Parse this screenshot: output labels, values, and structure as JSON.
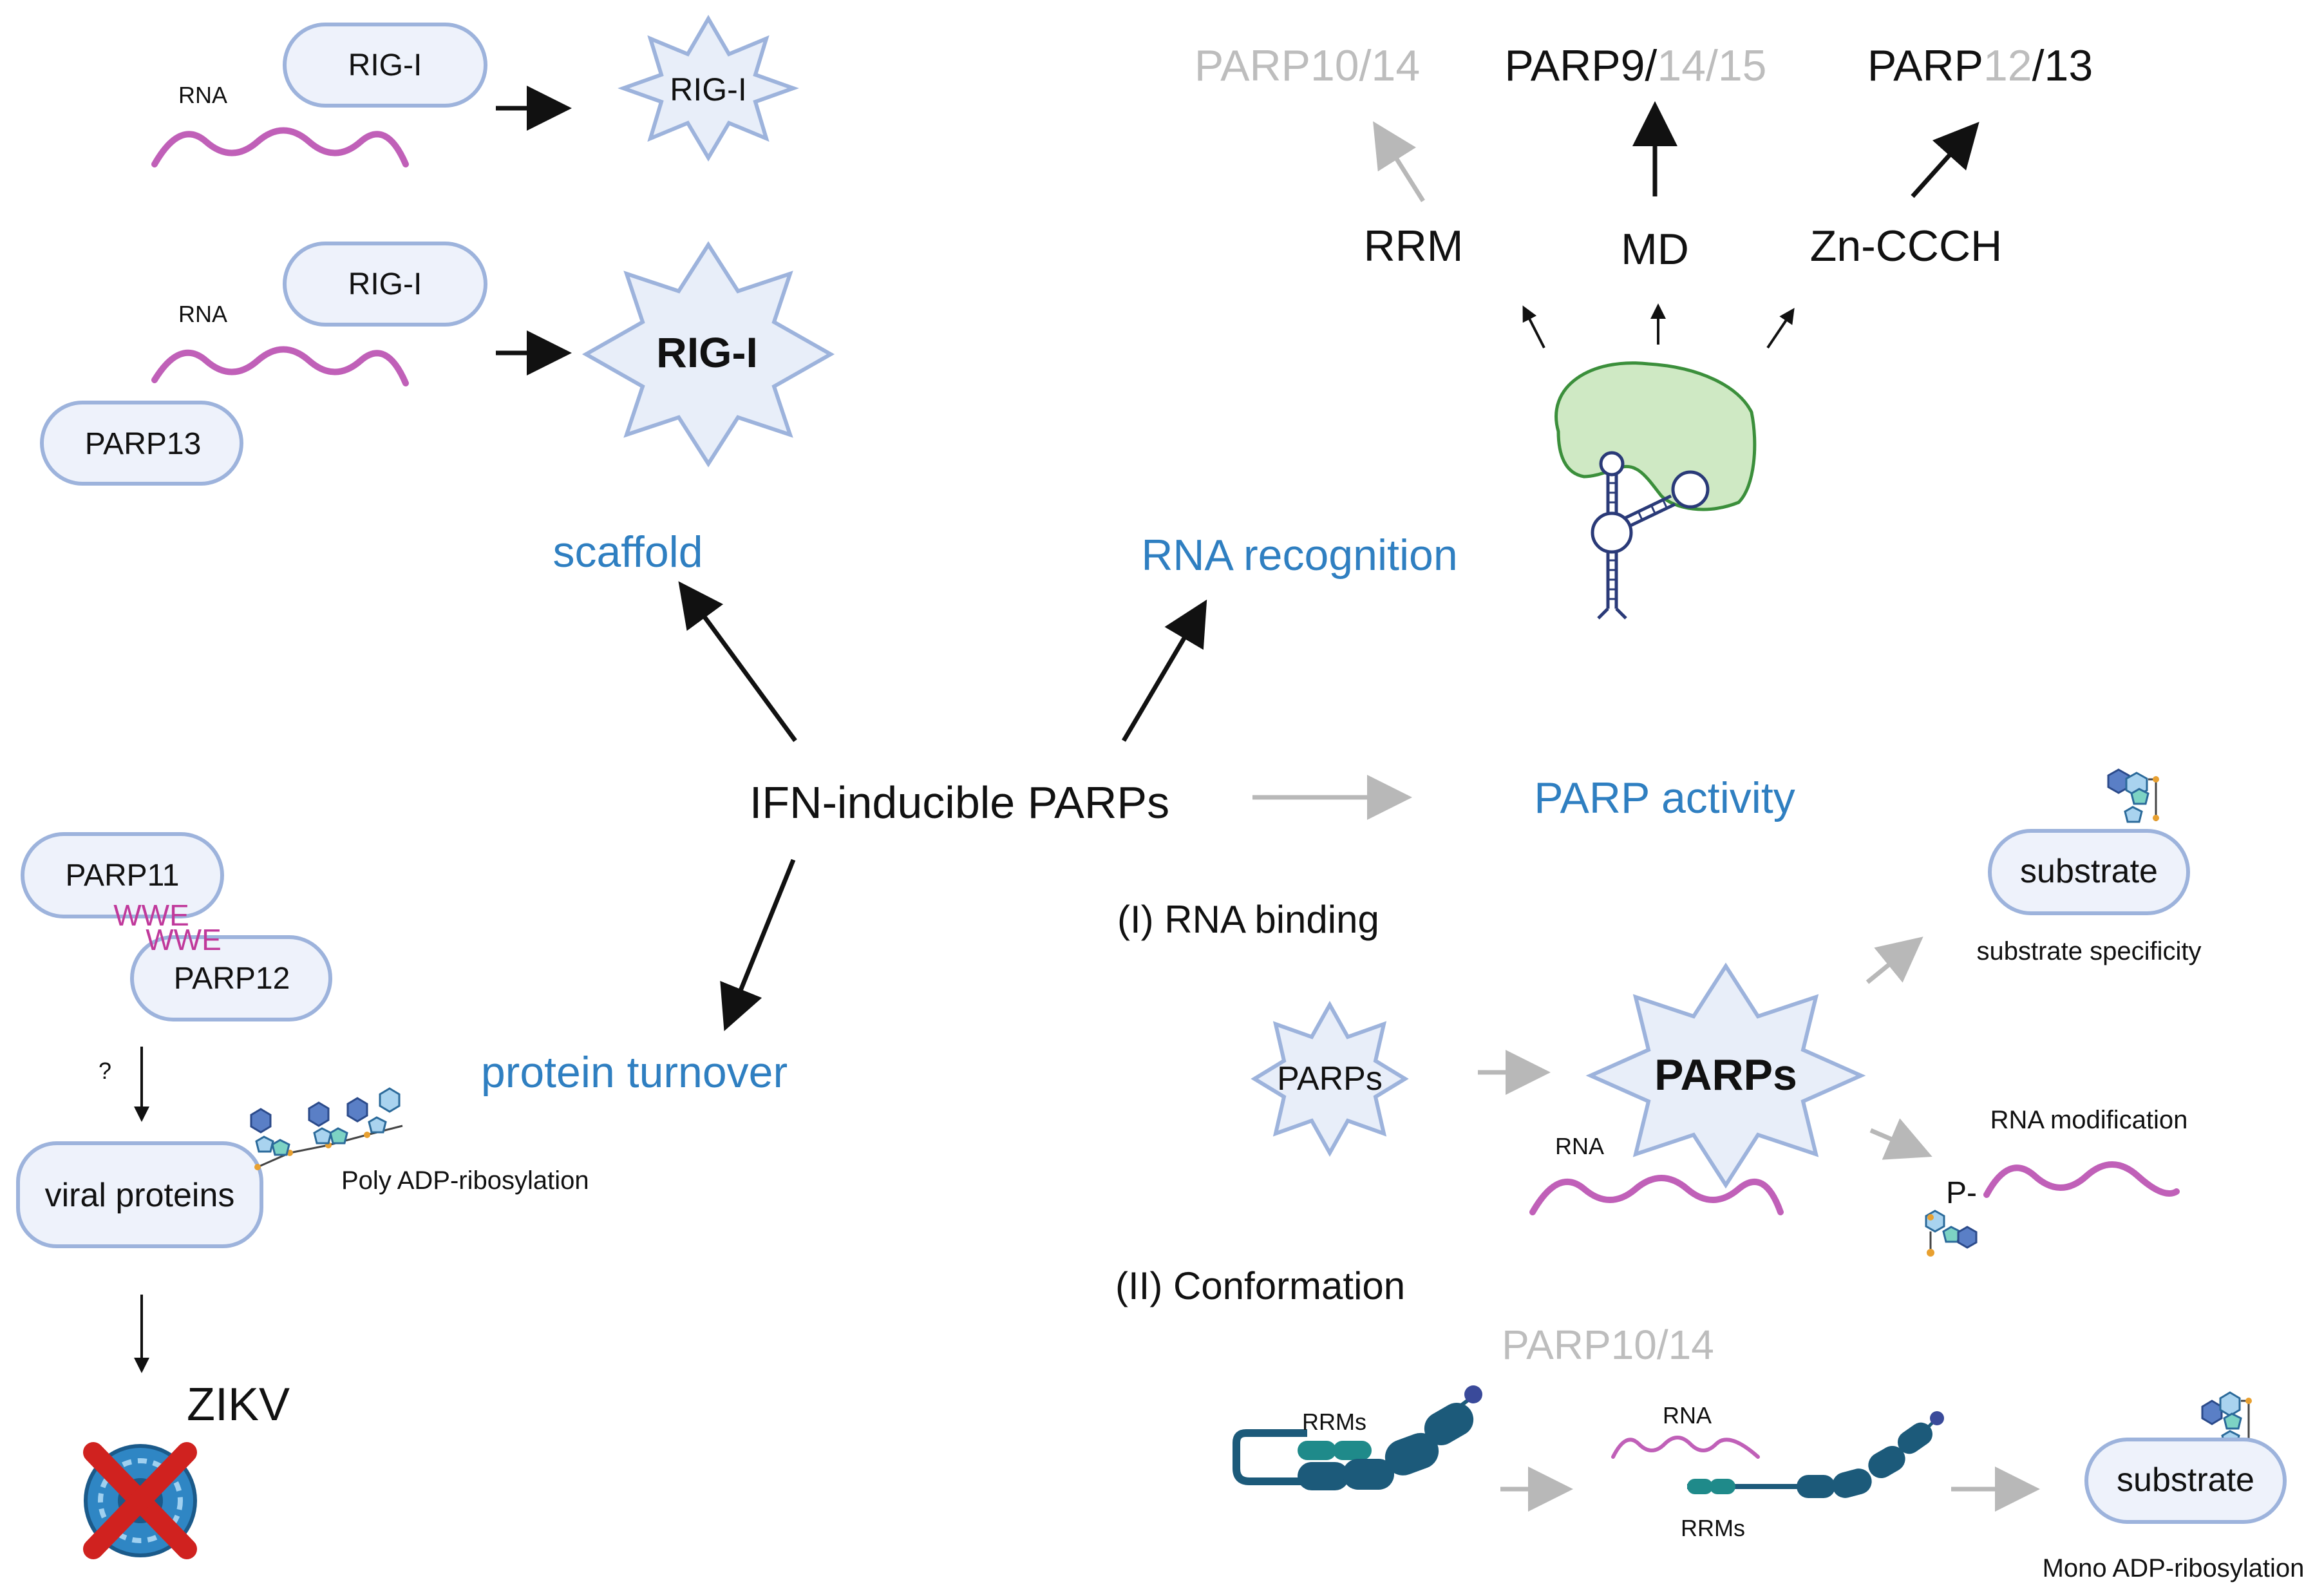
{
  "center": {
    "title": "IFN-inducible PARPs"
  },
  "functions": {
    "scaffold": "scaffold",
    "rna_recognition": "RNA recognition",
    "parp_activity": "PARP activity",
    "protein_turnover": "protein turnover"
  },
  "scaffold_panel": {
    "rna_label_1": "RNA",
    "rigi_label_1": "RIG-I",
    "rigi_burst_1": "RIG-I",
    "rna_label_2": "RNA",
    "rigi_label_2": "RIG-I",
    "parp13_label": "PARP13",
    "rigi_burst_2": "RIG-I"
  },
  "rna_recognition_panel": {
    "group_1_a": "PARP10/14",
    "group_2_a": "PARP9/",
    "group_2_b": "14/15",
    "group_3_a": "PARP",
    "group_3_b": "12",
    "group_3_c": "/13",
    "domain_rrm": "RRM",
    "domain_md": "MD",
    "domain_zn": "Zn-CCCH"
  },
  "parp_activity_panel": {
    "rna_binding_heading": "(I) RNA binding",
    "parps_small": "PARPs",
    "parps_large": "PARPs",
    "rna_label": "RNA",
    "substrate_1": "substrate",
    "substrate_specificity": "substrate specificity",
    "rna_modification": "RNA modification",
    "phospho_label": "P-",
    "conformation_heading": "(II) Conformation",
    "parp10_14": "PARP10/14",
    "rrms_label_1": "RRMs",
    "rna_label_2": "RNA",
    "rrms_label_2": "RRMs",
    "substrate_2": "substrate",
    "mono_adp": "Mono ADP-ribosylation"
  },
  "turnover_panel": {
    "parp11": "PARP11",
    "wwe_1": "WWE",
    "wwe_2": "WWE",
    "parp12": "PARP12",
    "question": "?",
    "viral_proteins": "viral proteins",
    "poly_adp": "Poly ADP-ribosylation",
    "zikv": "ZIKV"
  },
  "colors": {
    "function_label": "#2f7fc1",
    "rna_strand": "#c060b8",
    "pill_fill": "#eef2fb",
    "pill_stroke": "#9db3dc",
    "faded_text": "#bdbdbd",
    "rrm_domain": "#1f8a8a",
    "parp_domain": "#1c5a7a",
    "rna_binding_pocket": "#cfe9c4",
    "cross_mark": "#d0221f"
  },
  "icons": [
    "rig-i-burst-icon",
    "rna-hairpin-icon",
    "adp-ribose-icon",
    "virus-icon",
    "cross-icon"
  ]
}
